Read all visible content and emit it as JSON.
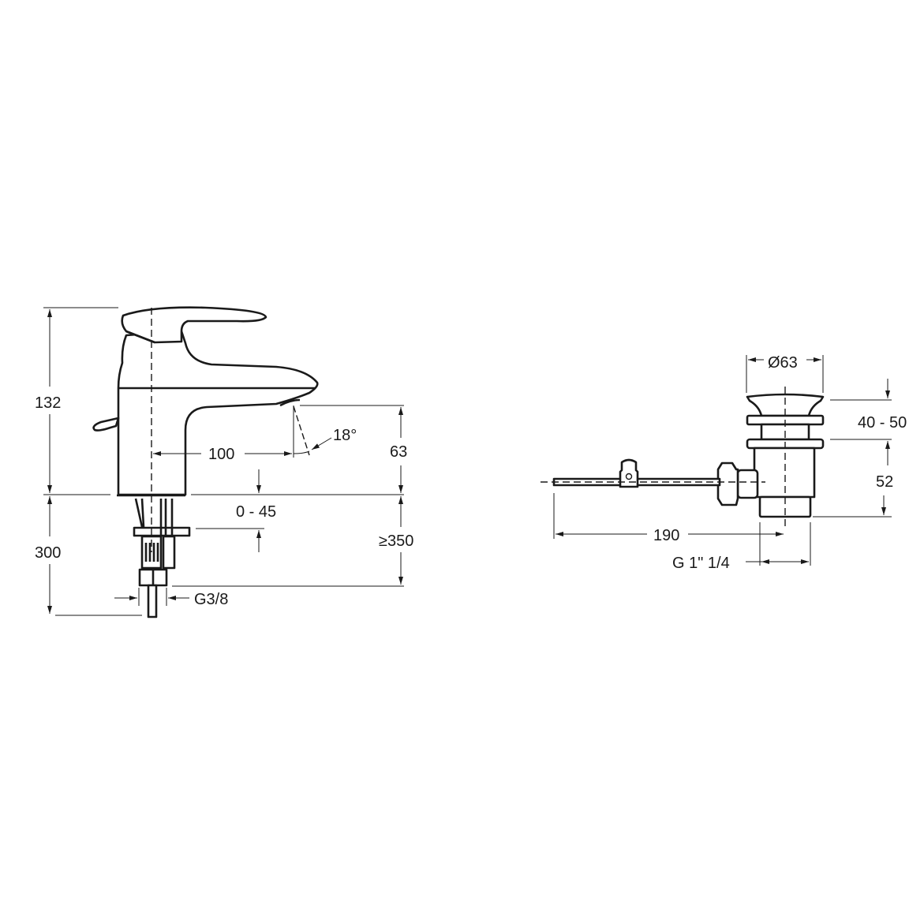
{
  "faucet": {
    "dimensions": {
      "total_height": "132",
      "below_deck": "300",
      "spout_height": "63",
      "spout_reach": "100",
      "spout_angle": "18°",
      "deck_thickness": "0 - 45",
      "hose_length": "≥350",
      "connection": "G3/8"
    }
  },
  "drain": {
    "dimensions": {
      "diameter": "Ø63",
      "pop_up": "40 - 50",
      "body_height": "52",
      "rod_length": "190",
      "thread": "G 1\" 1/4"
    }
  }
}
